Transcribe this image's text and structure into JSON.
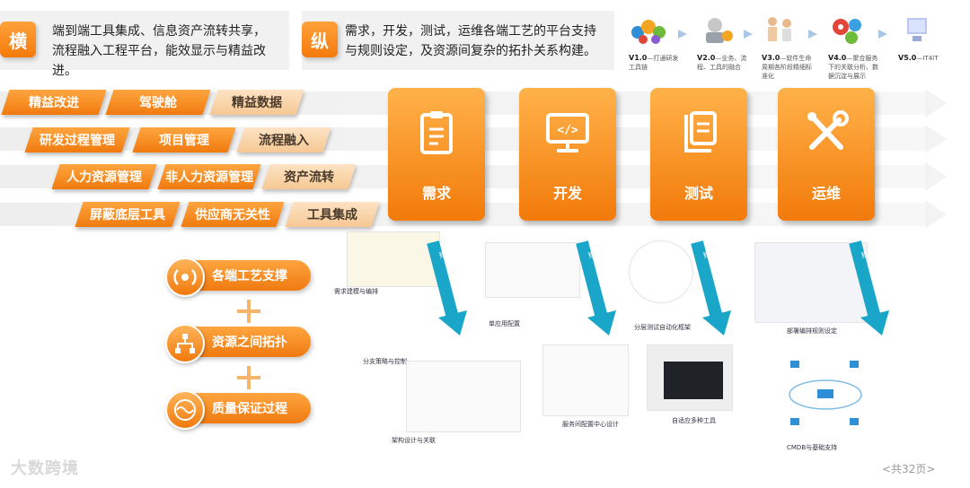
{
  "banners": [
    {
      "tag": "横",
      "line1": "端到端工具集成、信息资产流转共享，",
      "line2": "流程融入工程平台，能效显示与精益改进。"
    },
    {
      "tag": "纵",
      "line1": "需求，开发，测试，运维各端工艺的平台支持",
      "line2": "与规则设定，及资源间复杂的拓扑关系构建。"
    }
  ],
  "versions": [
    {
      "ver": "V1.0",
      "desc": "—打通研发工具链",
      "icon": "gears-icon"
    },
    {
      "ver": "V2.0",
      "desc": "—业务、流程、工具的融合",
      "icon": "robot-icon"
    },
    {
      "ver": "V3.0",
      "desc": "—软件生命周期各阶段精细标准化",
      "icon": "workers-icon"
    },
    {
      "ver": "V4.0",
      "desc": "—聚合服务下的关联分析、数据沉淀与展示",
      "icon": "cogs-icon"
    },
    {
      "ver": "V5.0",
      "desc": "—IT4IT",
      "icon": "monitor-icon"
    }
  ],
  "rows": [
    {
      "a": "精益改进",
      "b": "驾驶舱",
      "c": "精益数据"
    },
    {
      "a": "研发过程管理",
      "b": "项目管理",
      "c": "流程融入"
    },
    {
      "a": "人力资源管理",
      "b": "非人力资源管理",
      "c": "资产流转"
    },
    {
      "a": "屏蔽底层工具",
      "b": "供应商无关性",
      "c": "工具集成"
    }
  ],
  "stages": [
    {
      "label": "需求",
      "icon": "clipboard-icon"
    },
    {
      "label": "开发",
      "icon": "code-monitor-icon"
    },
    {
      "label": "测试",
      "icon": "document-stack-icon"
    },
    {
      "label": "运维",
      "icon": "tools-icon"
    }
  ],
  "pills": [
    {
      "label": "各端工艺支撑",
      "icon": "signal-icon"
    },
    {
      "label": "资源之间拓扑",
      "icon": "topology-icon"
    },
    {
      "label": "质量保证过程",
      "icon": "wave-icon"
    }
  ],
  "rule_label": "规则",
  "captions": {
    "c1": "需求建模与编排",
    "c2": "单应用配置",
    "c3": "分层测试自动化框架",
    "c4": "部署编排规则设定",
    "c5": "分支策略与控制",
    "c6": "架构设计与关联",
    "c7": "服务间配置中心设计",
    "c8": "自适应多种工具",
    "c9": "CMDB与基础支持"
  },
  "footer": {
    "brand": "大数跨境",
    "page": "<共32页>"
  },
  "colors": {
    "orange": "#f47a0c",
    "light_orange": "#ffb24a",
    "teal": "#1aa6c9"
  }
}
